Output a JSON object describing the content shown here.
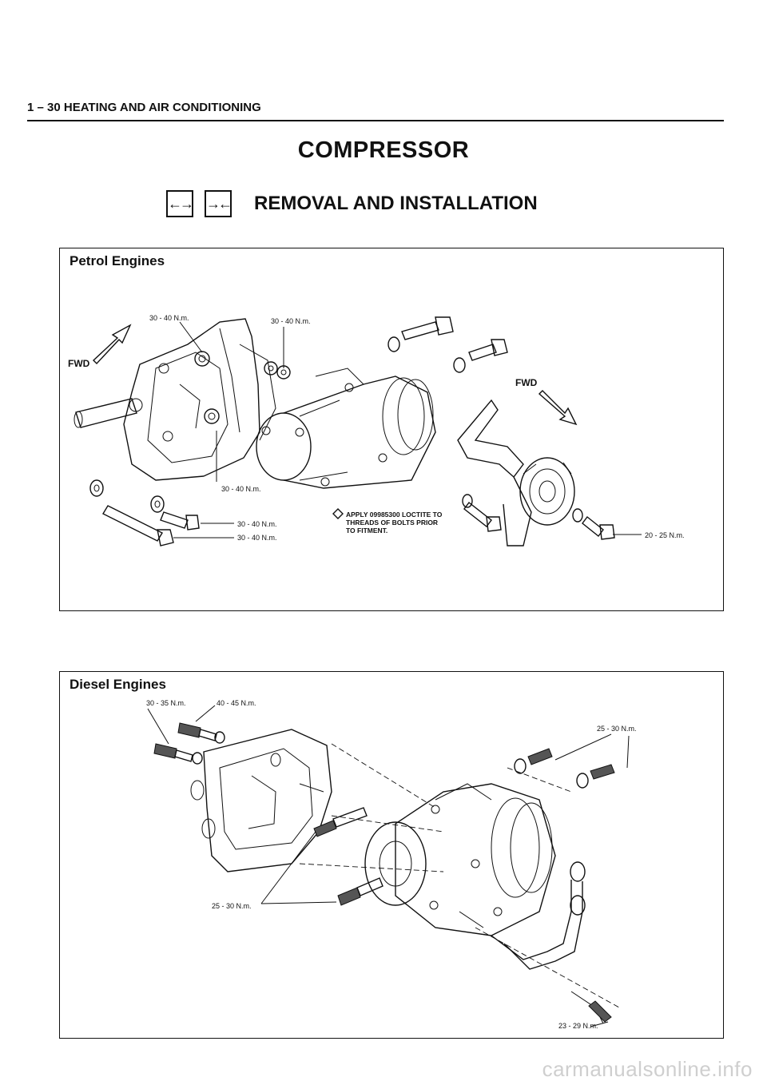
{
  "page": {
    "header": "1 – 30 HEATING AND AIR CONDITIONING",
    "title": "COMPRESSOR",
    "section": {
      "icons": [
        "remove-arrows-icon",
        "install-arrows-icon"
      ],
      "icon_glyphs": [
        "←→",
        "→←"
      ],
      "heading": "REMOVAL AND INSTALLATION"
    }
  },
  "petrol": {
    "label": "Petrol Engines",
    "fwd_left": "FWD",
    "fwd_right": "FWD",
    "torques": {
      "t1": "30 - 40 N.m.",
      "t2": "30 - 40 N.m.",
      "t3": "30 - 40 N.m.",
      "t4": "30 - 40 N.m.",
      "t5": "30 - 40 N.m.",
      "t6": "20 - 25 N.m."
    },
    "note": {
      "line1": "APPLY 09985300 LOCTITE TO",
      "line2": "THREADS OF BOLTS PRIOR",
      "line3": "TO FITMENT."
    }
  },
  "diesel": {
    "label": "Diesel Engines",
    "torques": {
      "t1": "30 - 35 N.m.",
      "t2": "40 - 45 N.m.",
      "t3": "25 - 30 N.m.",
      "t4": "25 - 30 N.m.",
      "t5": "23 - 29 N.m."
    }
  },
  "footer": {
    "watermark": "carmanualsonline.info"
  }
}
